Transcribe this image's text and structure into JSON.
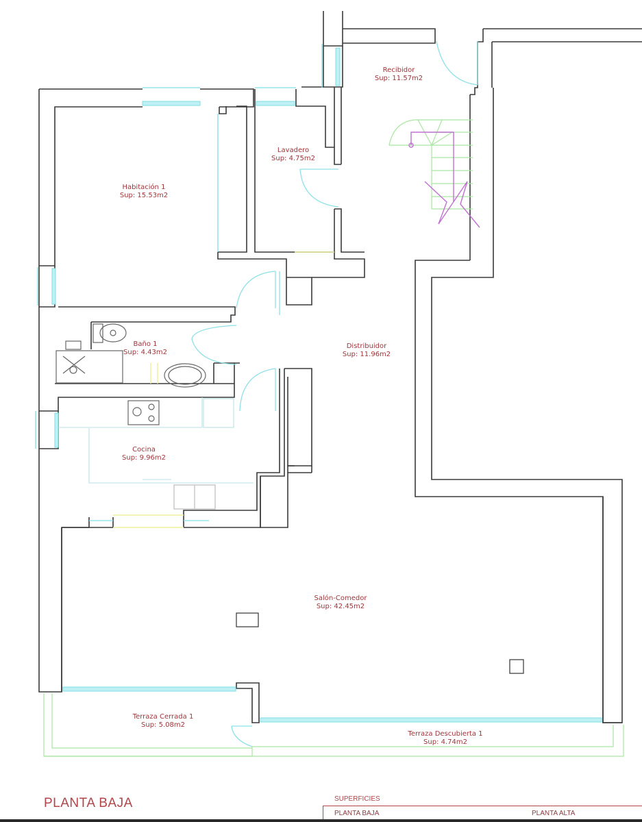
{
  "plan": {
    "title": "PLANTA BAJA",
    "colors": {
      "walls": "#3a3a3a",
      "windows": "#7fdde6",
      "labels": "#a0343a",
      "terrace_outline": "#a8e6a0",
      "stairs_arrow": "#c070d0"
    },
    "rooms": [
      {
        "id": "recibidor",
        "name": "Recibidor",
        "area": "Sup: 11.57m2"
      },
      {
        "id": "lavadero",
        "name": "Lavadero",
        "area": "Sup: 4.75m2"
      },
      {
        "id": "habitacion1",
        "name": "Habitación 1",
        "area": "Sup: 15.53m2"
      },
      {
        "id": "bano1",
        "name": "Baño 1",
        "area": "Sup: 4.43m2"
      },
      {
        "id": "distribuidor",
        "name": "Distribuidor",
        "area": "Sup: 11.96m2"
      },
      {
        "id": "cocina",
        "name": "Cocina",
        "area": "Sup: 9.96m2"
      },
      {
        "id": "salon",
        "name": "Salón-Comedor",
        "area": "Sup: 42.45m2"
      },
      {
        "id": "terraza_cerrada",
        "name": "Terraza Cerrada 1",
        "area": "Sup: 5.08m2"
      },
      {
        "id": "terraza_descubierta",
        "name": "Terraza Descubierta 1",
        "area": "Sup: 4.74m2"
      }
    ]
  },
  "superficies": {
    "title": "SUPERFICIES",
    "columns": [
      "PLANTA BAJA",
      "PLANTA ALTA"
    ]
  }
}
